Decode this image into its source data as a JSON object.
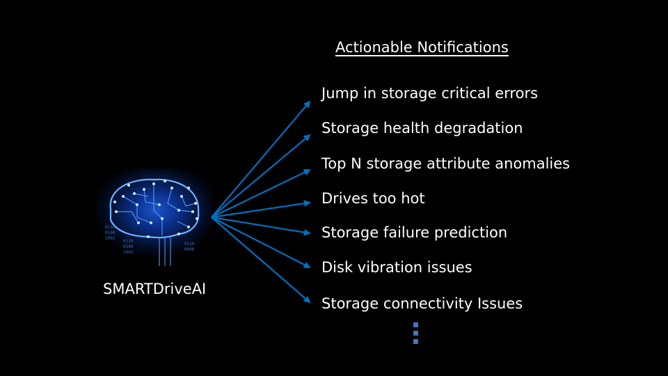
{
  "title": "Actionable Notifications",
  "source": {
    "label": "SMARTDriveAI",
    "icon": "ai-brain-circuit-icon"
  },
  "notifications": [
    {
      "label": "Jump in storage critical errors"
    },
    {
      "label": "Storage health degradation"
    },
    {
      "label": "Top N storage attribute anomalies"
    },
    {
      "label": "Drives too hot"
    },
    {
      "label": "Storage failure prediction"
    },
    {
      "label": "Disk vibration issues"
    },
    {
      "label": "Storage connectivity Issues"
    }
  ],
  "more_indicator": "vertical-ellipsis",
  "colors": {
    "background": "#000000",
    "text": "#ffffff",
    "arrow": "#0070c0",
    "ellipsis": "#4472c4"
  }
}
